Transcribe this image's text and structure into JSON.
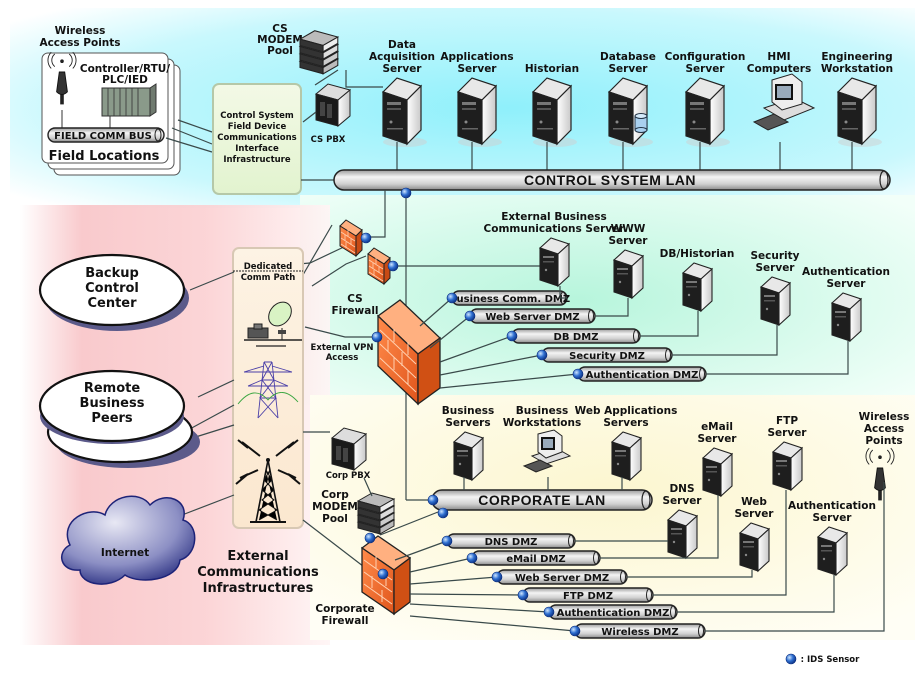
{
  "zones": {
    "control_system": {
      "color": "#aef4fb"
    },
    "dmz": {
      "color": "#c8f7e2"
    },
    "external": {
      "color": "#f9b8bd"
    },
    "corporate": {
      "color": "#fdfbd9"
    }
  },
  "field": {
    "wireless_label": "Wireless Access Points",
    "controller_label": "Controller/RTU/ PLC/IED",
    "bus_label": "FIELD COMM BUS",
    "locations_label": "Field Locations"
  },
  "interface_box": {
    "lines": [
      "Control System",
      "Field Device",
      "Communications",
      "Interface",
      "Infrastructure"
    ]
  },
  "cs": {
    "modem_pool": [
      "CS",
      "MODEM",
      "Pool"
    ],
    "pbx": "CS PBX",
    "lan": "CONTROL SYSTEM LAN",
    "servers": [
      {
        "lines": [
          "Data",
          "Acquisition",
          "Server"
        ]
      },
      {
        "lines": [
          "Applications",
          "Server"
        ]
      },
      {
        "lines": [
          "Historian"
        ]
      },
      {
        "lines": [
          "Database",
          "Server"
        ]
      },
      {
        "lines": [
          "Configuration",
          "Server"
        ]
      },
      {
        "lines": [
          "HMI",
          "Computers"
        ]
      },
      {
        "lines": [
          "Engineering",
          "Workstation"
        ]
      }
    ]
  },
  "cs_dmz": {
    "firewall_label": [
      "CS",
      "Firewall"
    ],
    "vpn_label": [
      "External VPN",
      "Access"
    ],
    "pipes": [
      "Business Comm. DMZ",
      "Web Server DMZ",
      "DB DMZ",
      "Security DMZ",
      "Authentication DMZ"
    ],
    "servers": [
      {
        "lines": [
          "External Business",
          "Communications Server"
        ]
      },
      {
        "lines": [
          "WWW",
          "Server"
        ]
      },
      {
        "lines": [
          "DB/Historian"
        ]
      },
      {
        "lines": [
          "Security",
          "Server"
        ]
      },
      {
        "lines": [
          "Authentication",
          "Server"
        ]
      }
    ]
  },
  "external": {
    "backup": [
      "Backup",
      "Control",
      "Center"
    ],
    "remote": [
      "Remote",
      "Business",
      "Peers"
    ],
    "internet": "Internet",
    "dedicated": [
      "Dedicated",
      "Comm Path"
    ],
    "title": [
      "External",
      "Communications",
      "Infrastructures"
    ]
  },
  "corp": {
    "pbx": "Corp PBX",
    "modem_pool": [
      "Corp",
      "MODEM",
      "Pool"
    ],
    "firewall_label": [
      "Corporate",
      "Firewall"
    ],
    "lan": "CORPORATE LAN",
    "lan_nodes": [
      {
        "lines": [
          "Business",
          "Servers"
        ]
      },
      {
        "lines": [
          "Business",
          "Workstations"
        ]
      },
      {
        "lines": [
          "Web Applications",
          "Servers"
        ]
      }
    ],
    "pipes": [
      "DNS DMZ",
      "eMail DMZ",
      "Web Server DMZ",
      "FTP DMZ",
      "Authentication DMZ",
      "Wireless DMZ"
    ],
    "servers": [
      {
        "lines": [
          "DNS",
          "Server"
        ]
      },
      {
        "lines": [
          "eMail",
          "Server"
        ]
      },
      {
        "lines": [
          "Web",
          "Server"
        ]
      },
      {
        "lines": [
          "FTP",
          "Server"
        ]
      },
      {
        "lines": [
          "Authentication",
          "Server"
        ]
      },
      {
        "lines": [
          "Wireless",
          "Access",
          "Points"
        ]
      }
    ]
  },
  "legend": {
    "label": ": IDS Sensor"
  }
}
